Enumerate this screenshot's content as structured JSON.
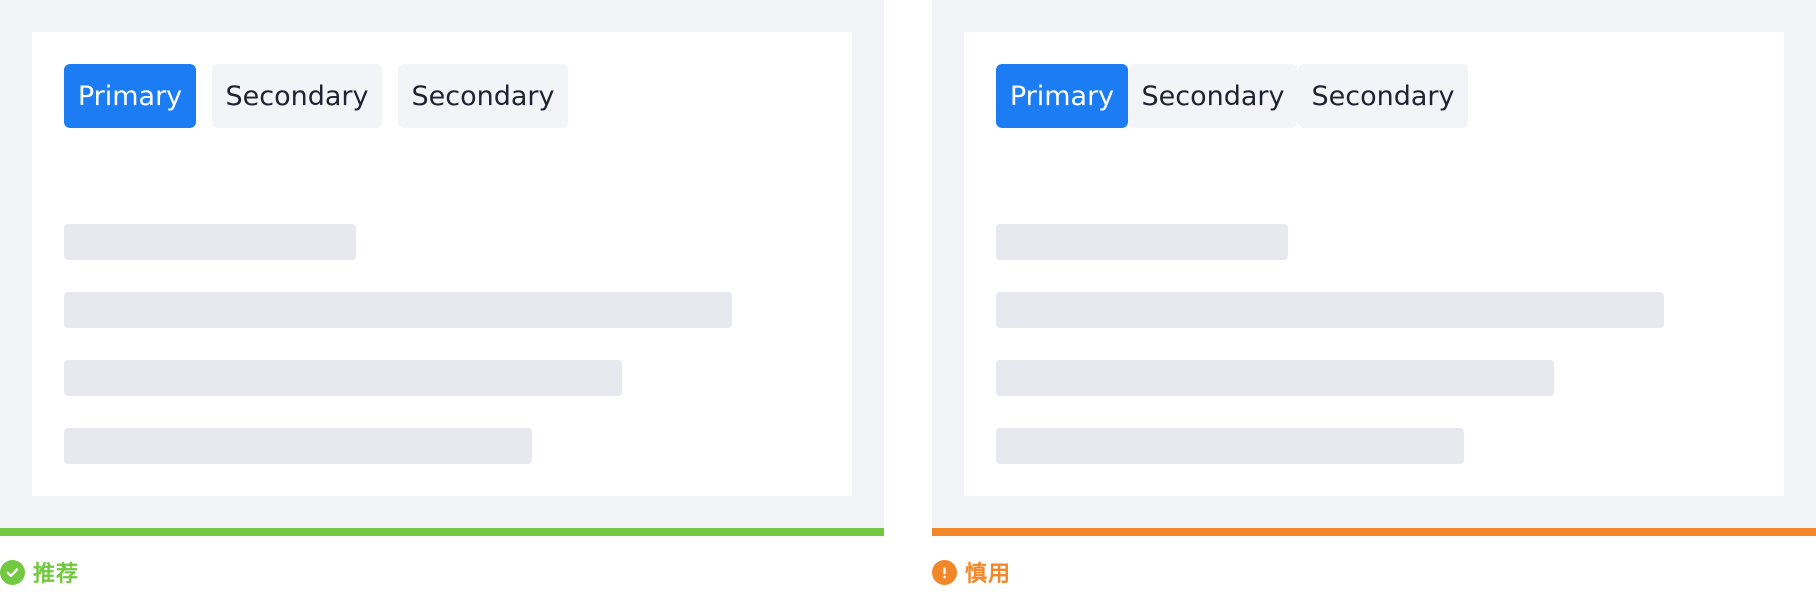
{
  "colors": {
    "primary": "#1b7cf4",
    "recommend": "#72c840",
    "caution": "#f18729",
    "frame_bg": "#f3f4f8",
    "skeleton": "#e7e9ee"
  },
  "panels": [
    {
      "buttons": {
        "primary_label": "Primary",
        "secondary_1_label": "Secondary",
        "secondary_2_label": "Secondary"
      },
      "caption": {
        "icon": "check-circle-icon",
        "label": "推荐"
      }
    },
    {
      "buttons": {
        "primary_label": "Primary",
        "secondary_1_label": "Secondary",
        "secondary_2_label": "Secondary"
      },
      "caption": {
        "icon": "exclamation-circle-icon",
        "label": "慎用"
      }
    }
  ]
}
